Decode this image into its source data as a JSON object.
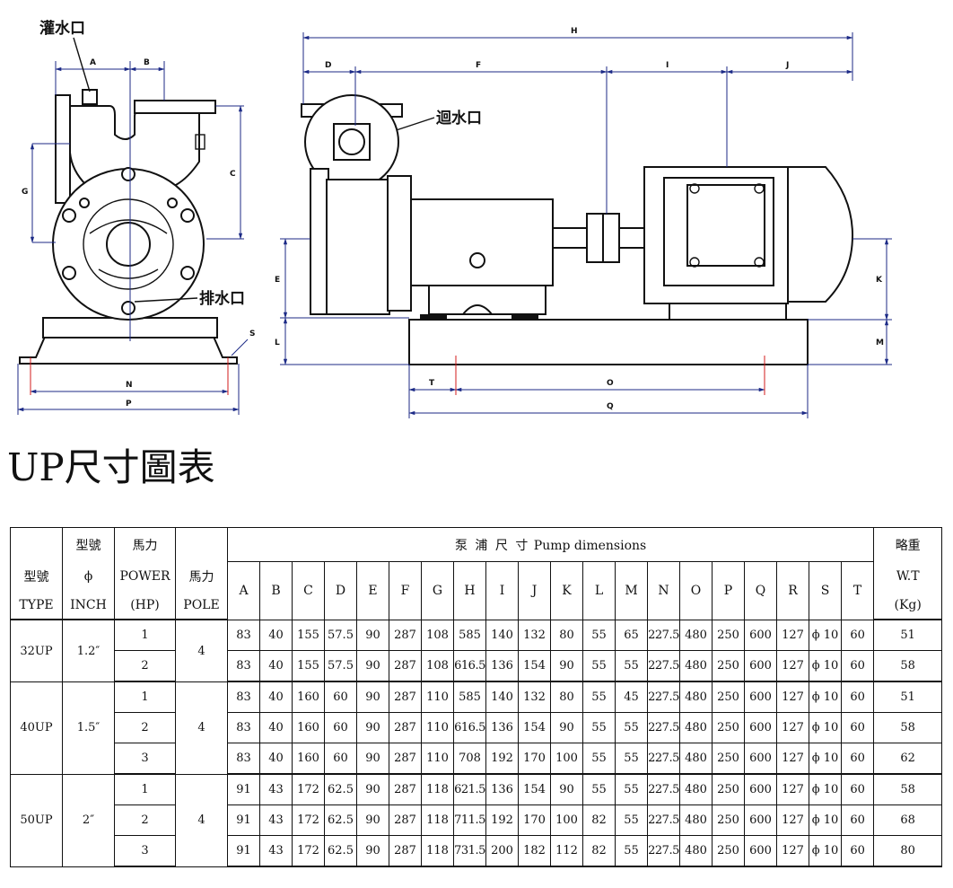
{
  "drawing": {
    "callouts": {
      "priming_port": "灌水口",
      "return_port": "迴水口",
      "drain_port": "排水口"
    },
    "dimension_labels": [
      "A",
      "B",
      "C",
      "D",
      "E",
      "F",
      "G",
      "H",
      "I",
      "J",
      "K",
      "L",
      "M",
      "N",
      "O",
      "P",
      "Q",
      "S",
      "T"
    ]
  },
  "page_title": "UP尺寸圖表",
  "table": {
    "header": {
      "type_zh": "型號",
      "type_en": "TYPE",
      "model_zh": "型號",
      "model_symbol": "ϕ",
      "model_en": "INCH",
      "power_zh": "馬力",
      "power_en": "POWER",
      "power_unit": "(HP)",
      "pole_zh": "馬力",
      "pole_en": "POLE",
      "pump_dims_zh": "泵 浦 尺 寸",
      "pump_dims_en": "Pump dimensions",
      "weight_zh": "略重",
      "weight_en": "W.T",
      "weight_unit": "(Kg)",
      "dim_columns": [
        "A",
        "B",
        "C",
        "D",
        "E",
        "F",
        "G",
        "H",
        "I",
        "J",
        "K",
        "L",
        "M",
        "N",
        "O",
        "P",
        "Q",
        "R",
        "S",
        "T"
      ]
    },
    "groups": [
      {
        "type": "32UP",
        "inch": "1.2″",
        "pole": "4",
        "rows": [
          {
            "hp": "1",
            "dims": [
              "83",
              "40",
              "155",
              "57.5",
              "90",
              "287",
              "108",
              "585",
              "140",
              "132",
              "80",
              "55",
              "65",
              "227.5",
              "480",
              "250",
              "600",
              "127",
              "ϕ 10",
              "60"
            ],
            "wt": "51"
          },
          {
            "hp": "2",
            "dims": [
              "83",
              "40",
              "155",
              "57.5",
              "90",
              "287",
              "108",
              "616.5",
              "136",
              "154",
              "90",
              "55",
              "55",
              "227.5",
              "480",
              "250",
              "600",
              "127",
              "ϕ 10",
              "60"
            ],
            "wt": "58"
          }
        ]
      },
      {
        "type": "40UP",
        "inch": "1.5″",
        "pole": "4",
        "rows": [
          {
            "hp": "1",
            "dims": [
              "83",
              "40",
              "160",
              "60",
              "90",
              "287",
              "110",
              "585",
              "140",
              "132",
              "80",
              "55",
              "45",
              "227.5",
              "480",
              "250",
              "600",
              "127",
              "ϕ 10",
              "60"
            ],
            "wt": "51"
          },
          {
            "hp": "2",
            "dims": [
              "83",
              "40",
              "160",
              "60",
              "90",
              "287",
              "110",
              "616.5",
              "136",
              "154",
              "90",
              "55",
              "55",
              "227.5",
              "480",
              "250",
              "600",
              "127",
              "ϕ 10",
              "60"
            ],
            "wt": "58"
          },
          {
            "hp": "3",
            "dims": [
              "83",
              "40",
              "160",
              "60",
              "90",
              "287",
              "110",
              "708",
              "192",
              "170",
              "100",
              "55",
              "55",
              "227.5",
              "480",
              "250",
              "600",
              "127",
              "ϕ 10",
              "60"
            ],
            "wt": "62"
          }
        ]
      },
      {
        "type": "50UP",
        "inch": "2″",
        "pole": "4",
        "rows": [
          {
            "hp": "1",
            "dims": [
              "91",
              "43",
              "172",
              "62.5",
              "90",
              "287",
              "118",
              "621.5",
              "136",
              "154",
              "90",
              "55",
              "55",
              "227.5",
              "480",
              "250",
              "600",
              "127",
              "ϕ 10",
              "60"
            ],
            "wt": "58"
          },
          {
            "hp": "2",
            "dims": [
              "91",
              "43",
              "172",
              "62.5",
              "90",
              "287",
              "118",
              "711.5",
              "192",
              "170",
              "100",
              "82",
              "55",
              "227.5",
              "480",
              "250",
              "600",
              "127",
              "ϕ 10",
              "60"
            ],
            "wt": "68"
          },
          {
            "hp": "3",
            "dims": [
              "91",
              "43",
              "172",
              "62.5",
              "90",
              "287",
              "118",
              "731.5",
              "200",
              "182",
              "112",
              "82",
              "55",
              "227.5",
              "480",
              "250",
              "600",
              "127",
              "ϕ 10",
              "60"
            ],
            "wt": "80"
          }
        ]
      }
    ]
  }
}
